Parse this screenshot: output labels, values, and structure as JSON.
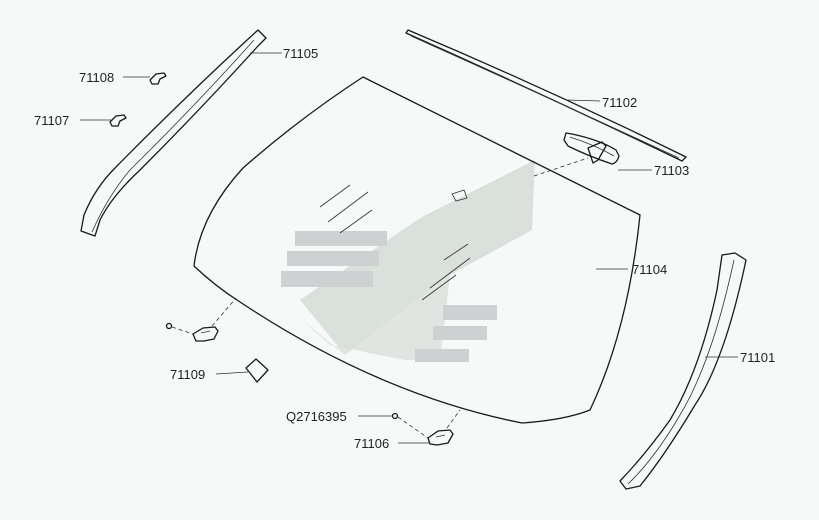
{
  "diagram": {
    "part_numbers": {
      "p71101": "71101",
      "p71102": "71102",
      "p71103": "71103",
      "p71104": "71104",
      "p71105": "71105",
      "p71106": "71106",
      "p71107": "71107",
      "p71108": "71108",
      "p71109": "71109",
      "q2716395": "Q2716395"
    },
    "colors": {
      "line": "#1a1a1a",
      "watermark_bar": "#c8cbcc",
      "watermark_arrow": "#d6dcd8",
      "background": "#f7f8f8"
    },
    "icons": {
      "watermark": "brand-logo-watermark"
    }
  }
}
